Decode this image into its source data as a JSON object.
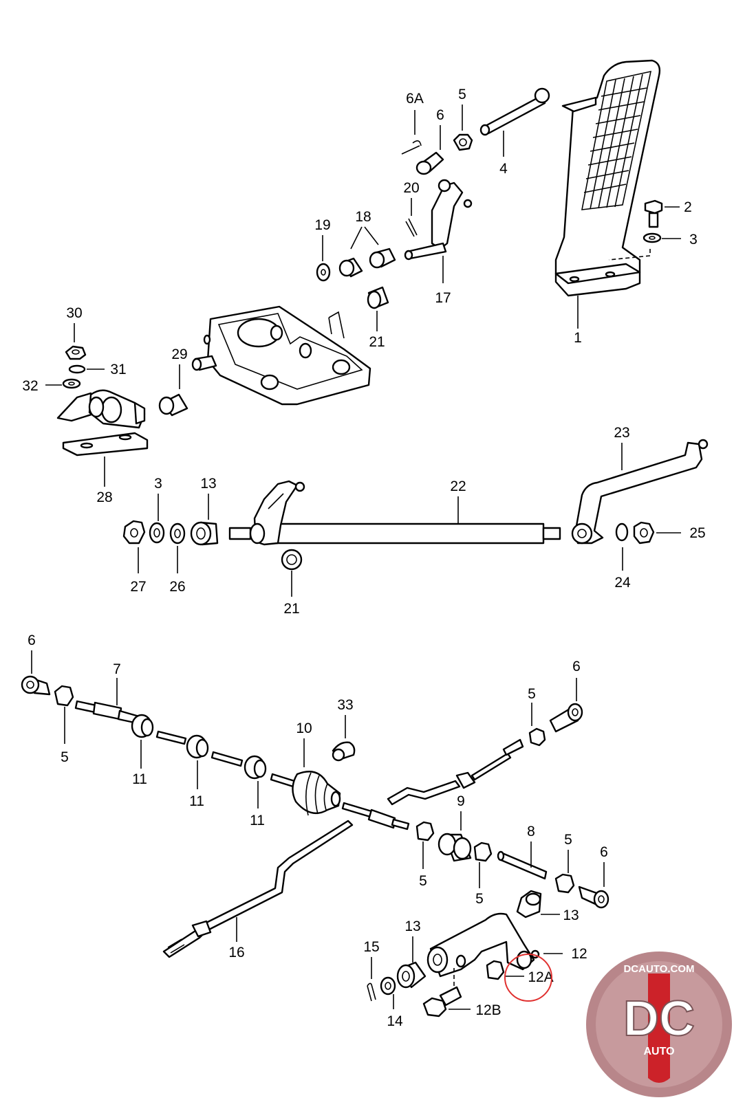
{
  "labels": {
    "l6A": "6A",
    "l6a": "6",
    "l5a": "5",
    "l4": "4",
    "l2": "2",
    "l3a": "3",
    "l20": "20",
    "l19": "19",
    "l18": "18",
    "l17": "17",
    "l21a": "21",
    "l1": "1",
    "l30": "30",
    "l31": "31",
    "l32": "32",
    "l29": "29",
    "l28": "28",
    "l23": "23",
    "l22": "22",
    "l3b": "3",
    "l13a": "13",
    "l27": "27",
    "l26": "26",
    "l21b": "21",
    "l24": "24",
    "l25": "25",
    "l6b": "6",
    "l7": "7",
    "l5b": "5",
    "l11a": "11",
    "l11b": "11",
    "l11c": "11",
    "l33": "33",
    "l10": "10",
    "l6c": "6",
    "l5c": "5",
    "l9": "9",
    "l5d": "5",
    "l5e": "5",
    "l8": "8",
    "l5f": "5",
    "l6d": "6",
    "l16": "16",
    "l13b": "13",
    "l13c": "13",
    "l12": "12",
    "l12A": "12A",
    "l15": "15",
    "l14": "14",
    "l12B": "12B"
  },
  "watermark": {
    "site": "DCAUTO.COM",
    "letters": "DC",
    "sub": "AUTO",
    "color_outer": "#b8868a",
    "color_red": "#cc2229"
  },
  "highlight_color": "#e0302f"
}
